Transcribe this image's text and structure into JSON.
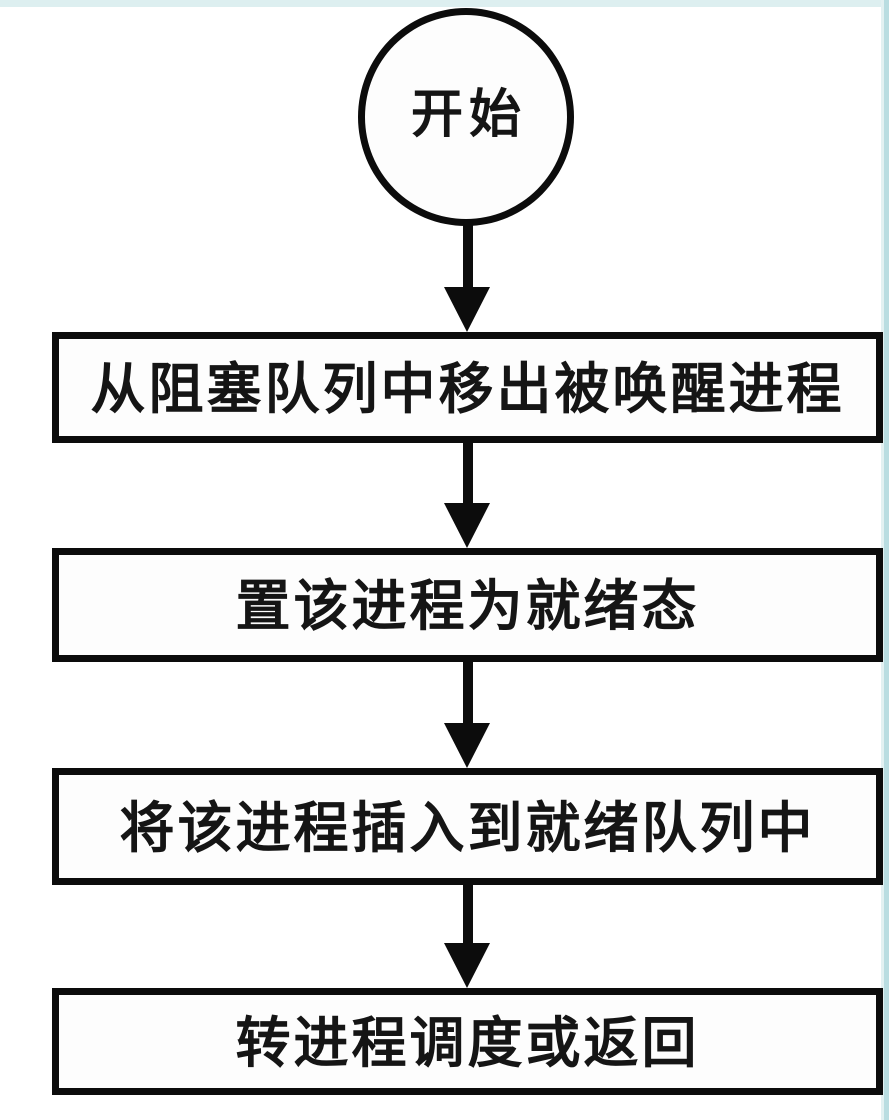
{
  "flowchart": {
    "start_label": "开始",
    "steps": [
      {
        "label": "从阻塞队列中移出被唤醒进程"
      },
      {
        "label": "置该进程为就绪态"
      },
      {
        "label": "将该进程插入到就绪队列中"
      },
      {
        "label": "转进程调度或返回"
      }
    ],
    "colors": {
      "stroke": "#0c0c0c",
      "background": "#ffffff",
      "scan_edge_tint": "#b9dde1"
    }
  }
}
